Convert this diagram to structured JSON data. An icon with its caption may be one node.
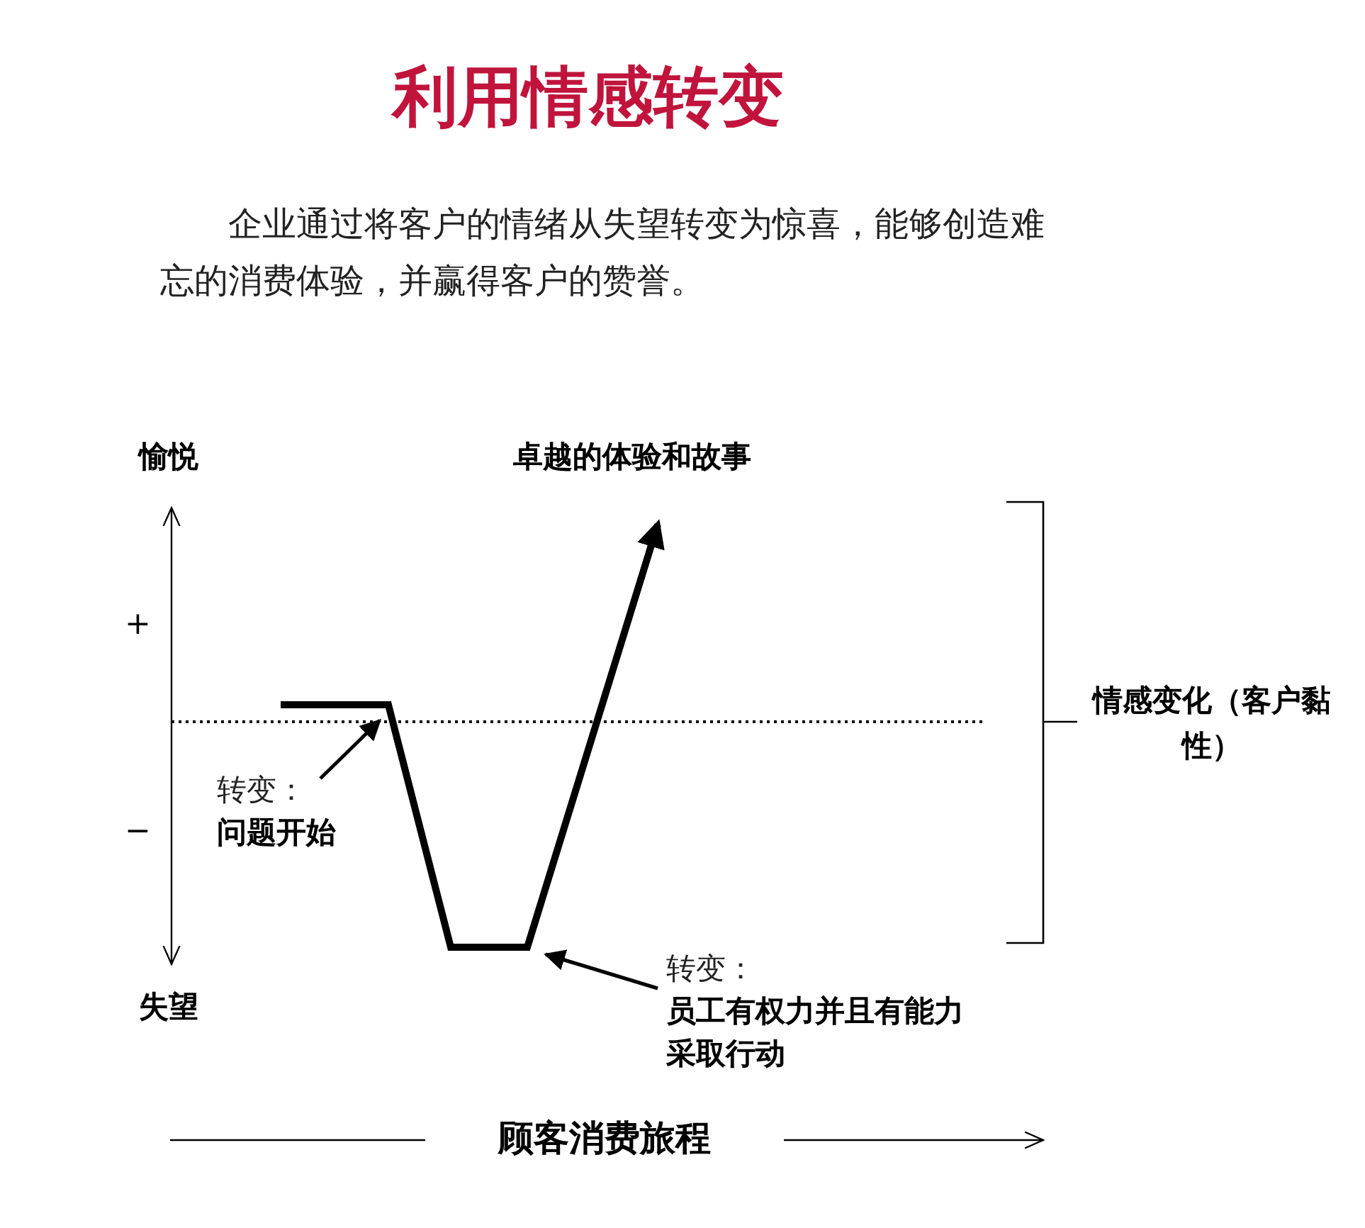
{
  "diagram": {
    "title": "利用情感转变",
    "nodes": [
      {
        "text": [
          "转变：",
          "问题开始"
        ]
      },
      {
        "text": [
          "转变：",
          "员工有权力并且有能力采取行动"
        ]
      }
    ],
    "edges": [
      {
        "from": 0,
        "to": null,
        "arrow": "to"
      },
      {
        "from": 1,
        "to": null,
        "arrow": "to"
      }
    ],
    "labels": [
      "企业通过将客户的情绪从失望转变为惊喜，能够创造难忘的消费体验，并赢得客户的赞誉。",
      "愉悦",
      "卓越的体验和故事",
      "+",
      "−",
      "失望",
      "情感变化（客户黏性）",
      "顾客消费旅程"
    ]
  }
}
